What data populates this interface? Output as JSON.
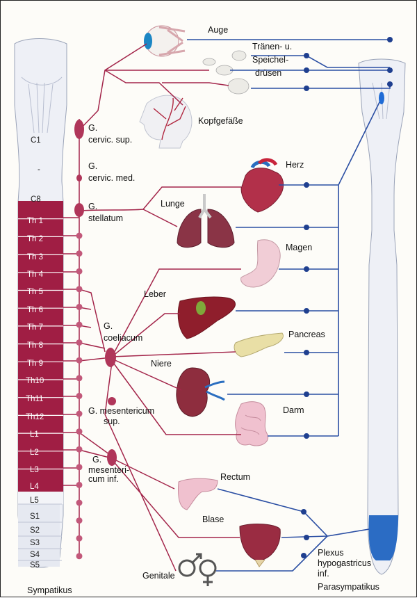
{
  "labels": {
    "auge": "Auge",
    "traenen_1": "Tränen- u.",
    "traenen_2": "Speichel-",
    "traenen_3": "drüsen",
    "kopfgefaesse": "Kopfgefäße",
    "herz": "Herz",
    "lunge": "Lunge",
    "magen": "Magen",
    "leber": "Leber",
    "pancreas": "Pancreas",
    "niere": "Niere",
    "darm": "Darm",
    "rectum": "Rectum",
    "blase": "Blase",
    "genitale": "Genitale"
  },
  "ganglia": {
    "cervic_sup_1": "G.",
    "cervic_sup_2": "cervic. sup.",
    "cervic_med_1": "G.",
    "cervic_med_2": "cervic. med.",
    "stellatum_1": "G.",
    "stellatum_2": "stellatum",
    "coeliacum_1": "G.",
    "coeliacum_2": "coeliacum",
    "mes_sup_1": "G. mesentericum",
    "mes_sup_2": "sup.",
    "mes_inf_1": "G.",
    "mes_inf_2": "mesenteri-",
    "mes_inf_3": "cum inf."
  },
  "plexus": {
    "line1": "Plexus",
    "line2": "hypogastricus",
    "line3": "inf."
  },
  "footer": {
    "sympatikus": "Sympatikus",
    "parasympatikus": "Parasympatikus"
  },
  "spinal_segments": [
    "C1",
    "-",
    "C8",
    "Th 1",
    "Th 2",
    "Th 3",
    "Th 4",
    "Th 5",
    "Th 6",
    "Th 7",
    "Th 8",
    "Th 9",
    "Th10",
    "Th11",
    "Th12",
    "L1",
    "L2",
    "L3",
    "L4",
    "L5",
    "S1",
    "S2",
    "S3",
    "S4",
    "S5"
  ],
  "colors": {
    "sympathetic": "#a3254a",
    "sympathetic_segments": "#a01e44",
    "parasympathetic": "#2a4ea3",
    "sacral_parasympathetic": "#2b6cc4",
    "cord_light": "#eef0f6"
  },
  "icons": [
    "eye-icon",
    "salivary-gland-icon",
    "head-vessels-icon",
    "heart-icon",
    "lungs-icon",
    "stomach-icon",
    "liver-icon",
    "pancreas-icon",
    "kidney-icon",
    "intestine-icon",
    "rectum-icon",
    "bladder-icon",
    "male-symbol-icon",
    "female-symbol-icon"
  ]
}
